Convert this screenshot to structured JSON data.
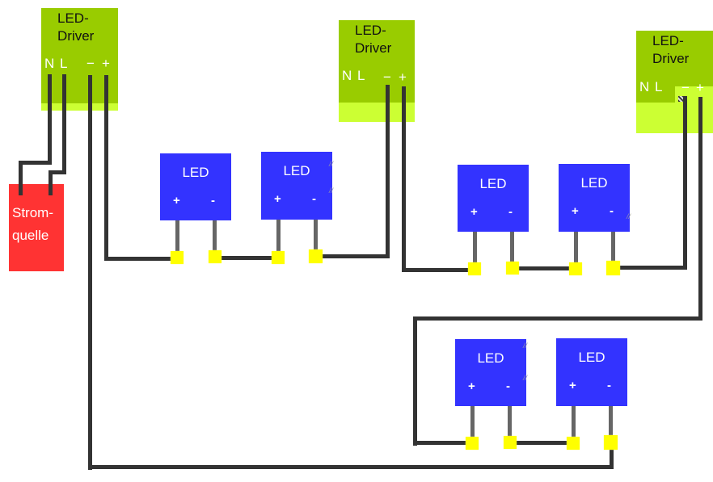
{
  "drivers": [
    {
      "title_line1": "LED-",
      "title_line2": "Driver",
      "terminal_n": "N",
      "terminal_l": "L",
      "terminal_minus": "−",
      "terminal_plus": "+"
    },
    {
      "title_line1": "LED-",
      "title_line2": "Driver",
      "terminal_n": "N",
      "terminal_l": "L",
      "terminal_minus": "−",
      "terminal_plus": "+"
    },
    {
      "title_line1": "LED-",
      "title_line2": "Driver",
      "terminal_n": "N",
      "terminal_l": "L",
      "terminal_minus": "−",
      "terminal_plus": "+"
    }
  ],
  "power_source": {
    "line1": "Strom-",
    "line2": "quelle"
  },
  "leds": [
    {
      "label": "LED",
      "plus": "+",
      "minus": "-"
    },
    {
      "label": "LED",
      "plus": "+",
      "minus": "-"
    },
    {
      "label": "LED",
      "plus": "+",
      "minus": "-"
    },
    {
      "label": "LED",
      "plus": "+",
      "minus": "-"
    },
    {
      "label": "LED",
      "plus": "+",
      "minus": "-"
    },
    {
      "label": "LED",
      "plus": "+",
      "minus": "-"
    }
  ],
  "handle_glyph": "//",
  "colors": {
    "driver": "#99cc00",
    "driver_strip": "#ccff33",
    "power_source": "#ff3333",
    "led": "#3333ff",
    "wire": "#333333",
    "led_leg": "#666666",
    "connector": "#ffff00"
  }
}
